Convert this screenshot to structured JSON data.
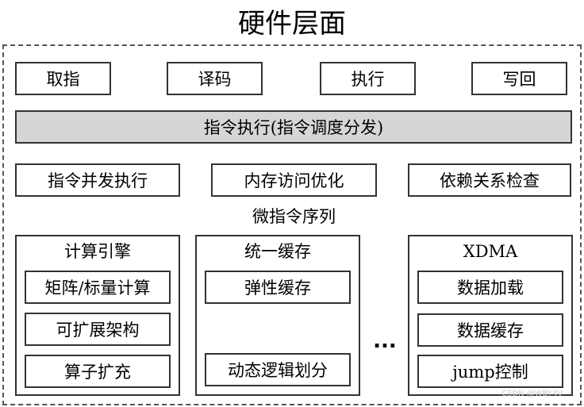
{
  "title": "硬件层面",
  "pipeline": [
    "取指",
    "译码",
    "执行",
    "写回"
  ],
  "dispatch_bar": "指令执行(指令调度分发)",
  "features": [
    "指令并发执行",
    "内存访问优化",
    "依赖关系检查"
  ],
  "microcode_label": "微指令序列",
  "compute_engine": {
    "title": "计算引擎",
    "items": [
      "矩阵/标量计算",
      "可扩展架构",
      "算子扩充"
    ]
  },
  "unified_cache": {
    "title": "统一缓存",
    "items": [
      "弹性缓存",
      "动态逻辑划分"
    ]
  },
  "ellipsis": "...",
  "xdma": {
    "title": "XDMA",
    "items": [
      "数据加载",
      "数据缓存",
      "jump控制"
    ]
  },
  "watermark": "CSDN @WBY4V"
}
